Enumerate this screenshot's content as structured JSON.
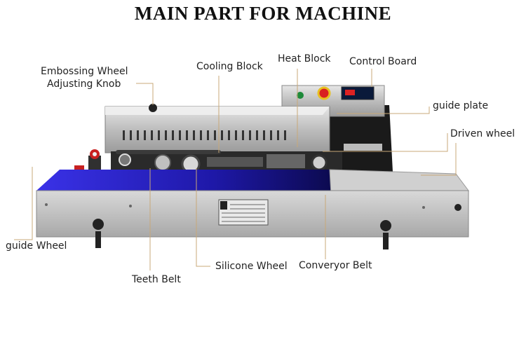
{
  "title": "MAIN PART FOR MACHINE",
  "labels": {
    "embossing_wheel_1": "Embossing Wheel",
    "embossing_wheel_2": "Adjusting Knob",
    "cooling_block": "Cooling Block",
    "heat_block": "Heat Block",
    "control_board": "Control Board",
    "guide_plate": "guide plate",
    "driven_wheel": "Driven wheel",
    "guide_wheel": "guide Wheel",
    "teeth_belt": "Teeth Belt",
    "silicone_wheel": "Silicone Wheel",
    "conveyor_belt": "Converyor Belt"
  },
  "colors": {
    "leader_line": "#c8a878",
    "belt_blue": "#2a22c8",
    "steel": "#c9c9c9",
    "dark_steel": "#222222"
  }
}
